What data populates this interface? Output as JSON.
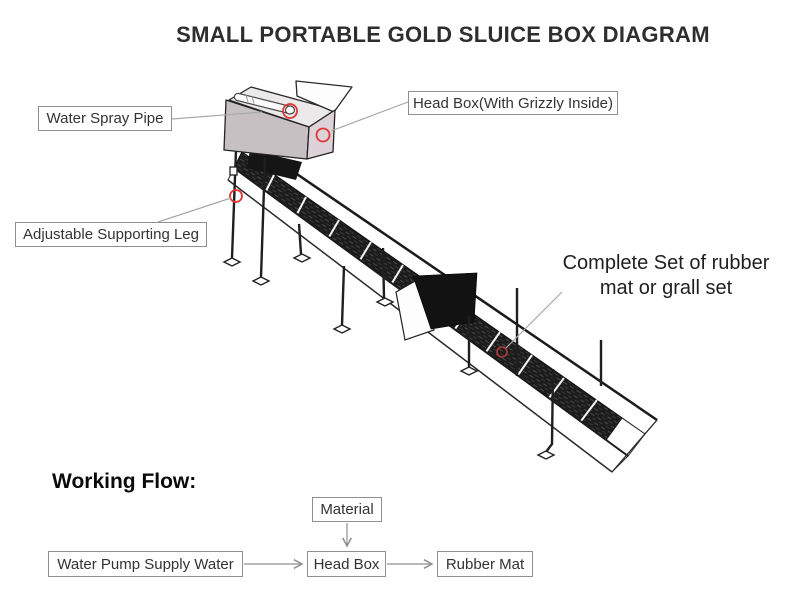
{
  "title": "SMALL PORTABLE GOLD SLUICE BOX DIAGRAM",
  "callouts": {
    "water_spray_pipe": "Water Spray Pipe",
    "head_box": "Head Box(With Grizzly Inside)",
    "supporting_leg": "Adjustable Supporting Leg",
    "rubber_mat_line1": "Complete Set of rubber",
    "rubber_mat_line2": "mat or grall set"
  },
  "working_flow": {
    "heading": "Working Flow:",
    "nodes": {
      "material": "Material",
      "water_pump": "Water Pump Supply Water",
      "head_box": "Head Box",
      "rubber_mat": "Rubber Mat"
    }
  },
  "colors": {
    "highlight_circle": "#e23434",
    "highlight_circle_dark": "#a83636",
    "mat": "#1c1c1c",
    "hopper_front": "#c6c0c3",
    "hopper_side": "#dcd2d8",
    "hopper_interior": "#ebe9ea",
    "drawing_line": "#222222",
    "leader_line": "#a9a9a9",
    "flow_line": "#8f8f8f"
  }
}
